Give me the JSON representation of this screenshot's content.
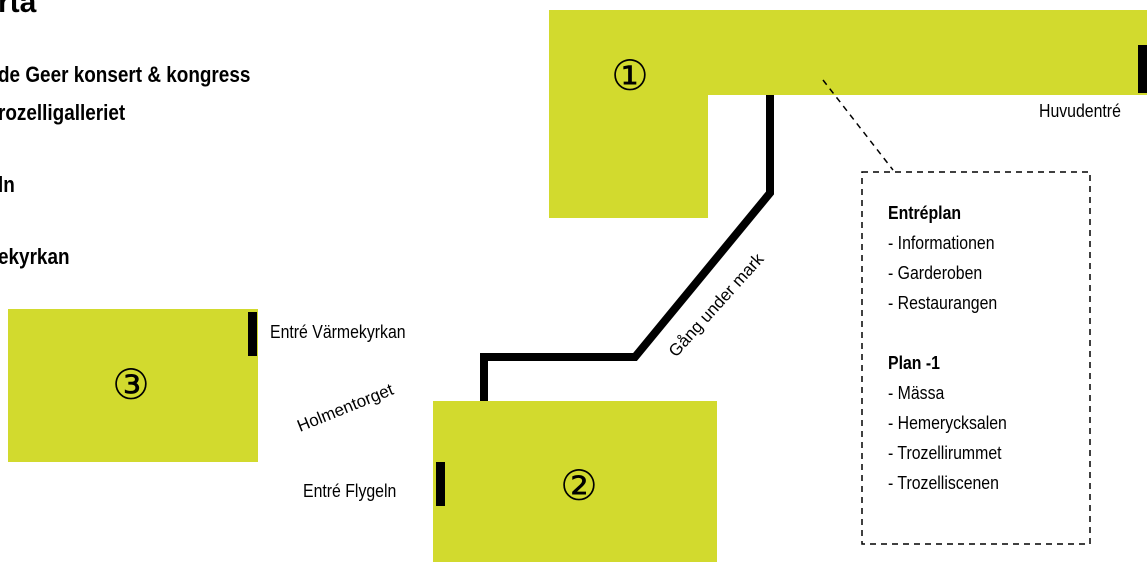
{
  "legend": {
    "title": "rta",
    "lines": [
      "de Geer konsert & kongress",
      "rozelligalleriet",
      "ln",
      "ekyrkan"
    ]
  },
  "buildings": {
    "b1": {
      "number": "①"
    },
    "b2": {
      "number": "②"
    },
    "b3": {
      "number": "③"
    }
  },
  "labels": {
    "huvudentre": "Huvudentré",
    "entre_varmekyrkan": "Entré Värmekyrkan",
    "holmentorget": "Holmentorget",
    "entre_flygeln": "Entré Flygeln",
    "gang_under_mark": "Gång under mark"
  },
  "infobox": {
    "section1_title": "Entréplan",
    "section1_items": [
      "- Informationen",
      "- Garderoben",
      "- Restaurangen"
    ],
    "section2_title": "Plan -1",
    "section2_items": [
      "- Mässa",
      "- Hemerycksalen",
      "- Trozellirummet",
      "- Trozelliscenen"
    ]
  },
  "colors": {
    "building_fill": "#d2da2e",
    "path": "#000000",
    "background": "#ffffff"
  }
}
